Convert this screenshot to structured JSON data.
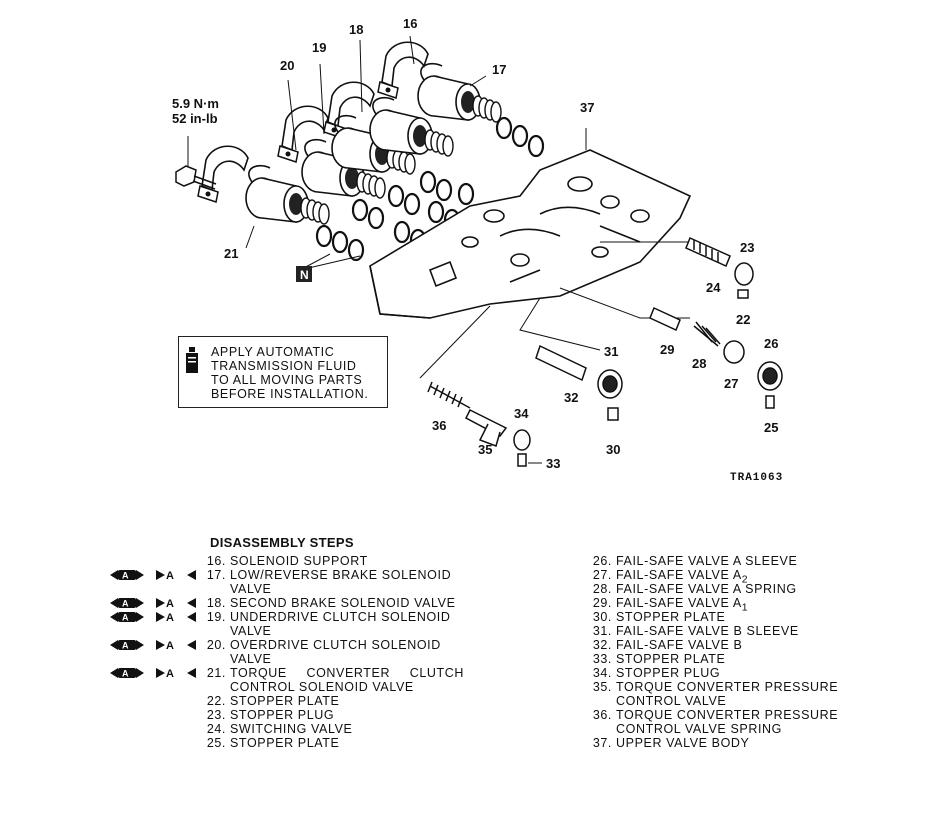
{
  "torque": {
    "line1": "5.9 N·m",
    "line2": "52 in-lb"
  },
  "callouts": {
    "c16": "16",
    "c17": "17",
    "c18": "18",
    "c19": "19",
    "c20": "20",
    "c21": "21",
    "c22": "22",
    "c23": "23",
    "c24": "24",
    "c25": "25",
    "c26": "26",
    "c27": "27",
    "c28": "28",
    "c29": "29",
    "c30": "30",
    "c31": "31",
    "c32": "32",
    "c33": "33",
    "c34": "34",
    "c35": "35",
    "c36": "36",
    "c37": "37",
    "n": "N"
  },
  "note": {
    "text": "APPLY AUTOMATIC\nTRANSMISSION FLUID\nTO ALL MOVING PARTS\nBEFORE INSTALLATION."
  },
  "figure_code": "TRA1063",
  "steps_title": "DISASSEMBLY STEPS",
  "steps_left": [
    {
      "num": "16.",
      "text": "SOLENOID SUPPORT"
    },
    {
      "num": "17.",
      "text": "LOW/REVERSE BRAKE SOLENOID"
    },
    {
      "num": "",
      "text": "VALVE"
    },
    {
      "num": "18.",
      "text": "SECOND BRAKE SOLENOID VALVE"
    },
    {
      "num": "19.",
      "text": "UNDERDRIVE CLUTCH SOLENOID"
    },
    {
      "num": "",
      "text": "VALVE"
    },
    {
      "num": "20.",
      "text": "OVERDRIVE CLUTCH SOLENOID"
    },
    {
      "num": "",
      "text": "VALVE"
    },
    {
      "num": "21.",
      "text": "TORQUE CONVERTER CLUTCH"
    },
    {
      "num": "",
      "text": "CONTROL SOLENOID VALVE"
    },
    {
      "num": "22.",
      "text": "STOPPER PLATE"
    },
    {
      "num": "23.",
      "text": "STOPPER PLUG"
    },
    {
      "num": "24.",
      "text": "SWITCHING VALVE"
    },
    {
      "num": "25.",
      "text": "STOPPER PLATE"
    }
  ],
  "steps_right": [
    {
      "num": "26.",
      "text": "FAIL-SAFE VALVE A SLEEVE"
    },
    {
      "num": "27.",
      "text": "FAIL-SAFE VALVE A",
      "sub": "2"
    },
    {
      "num": "28.",
      "text": "FAIL-SAFE VALVE A SPRING"
    },
    {
      "num": "29.",
      "text": "FAIL-SAFE VALVE A",
      "sub": "1"
    },
    {
      "num": "30.",
      "text": "STOPPER PLATE"
    },
    {
      "num": "31.",
      "text": "FAIL-SAFE VALVE B SLEEVE"
    },
    {
      "num": "32.",
      "text": "FAIL-SAFE VALVE B"
    },
    {
      "num": "33.",
      "text": "STOPPER PLATE"
    },
    {
      "num": "34.",
      "text": "STOPPER PLUG"
    },
    {
      "num": "35.",
      "text": "TORQUE CONVERTER PRESSURE"
    },
    {
      "num": "",
      "text": "CONTROL VALVE"
    },
    {
      "num": "36.",
      "text": "TORQUE CONVERTER PRESSURE"
    },
    {
      "num": "",
      "text": "CONTROL VALVE SPRING"
    },
    {
      "num": "37.",
      "text": "UPPER VALVE BODY"
    }
  ]
}
